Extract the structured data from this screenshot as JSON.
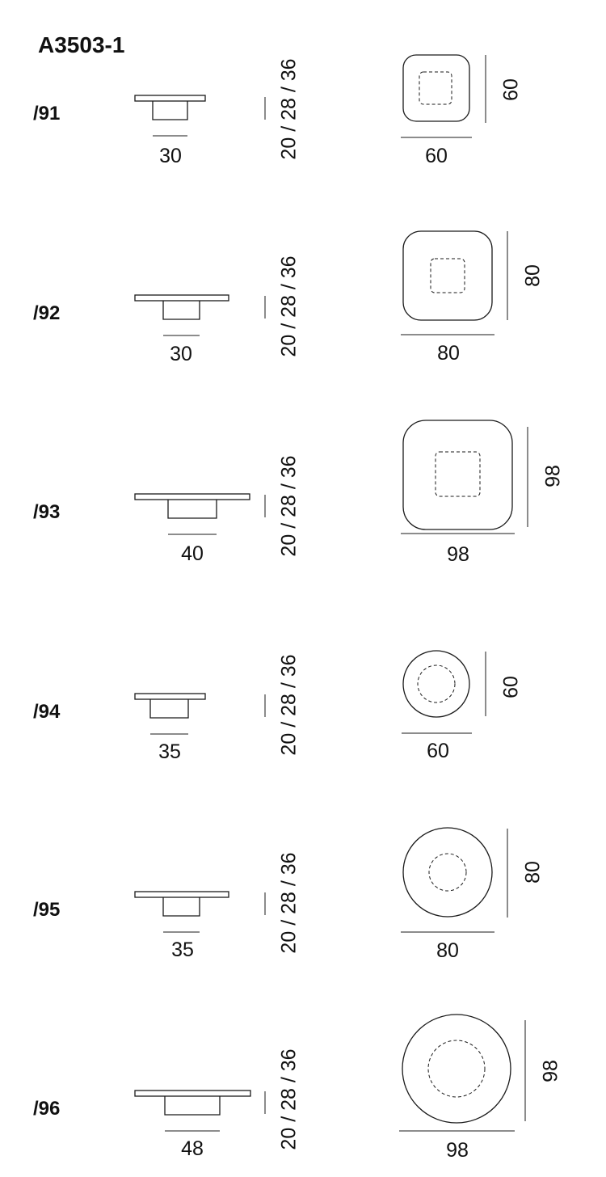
{
  "title": "A3503-1",
  "heights_label": "20 / 28 / 36",
  "colors": {
    "line": "#1a1a1a",
    "text": "#111111"
  },
  "variants": [
    {
      "code": "/91",
      "shape": "rounded-square",
      "base_width": "30",
      "top_width": "60",
      "top_depth": "60"
    },
    {
      "code": "/92",
      "shape": "rounded-square",
      "base_width": "30",
      "top_width": "80",
      "top_depth": "80"
    },
    {
      "code": "/93",
      "shape": "rounded-square",
      "base_width": "40",
      "top_width": "98",
      "top_depth": "98"
    },
    {
      "code": "/94",
      "shape": "round",
      "base_width": "35",
      "top_width": "60",
      "top_depth": "60"
    },
    {
      "code": "/95",
      "shape": "round",
      "base_width": "35",
      "top_width": "80",
      "top_depth": "80"
    },
    {
      "code": "/96",
      "shape": "round",
      "base_width": "48",
      "top_width": "98",
      "top_depth": "98"
    }
  ]
}
